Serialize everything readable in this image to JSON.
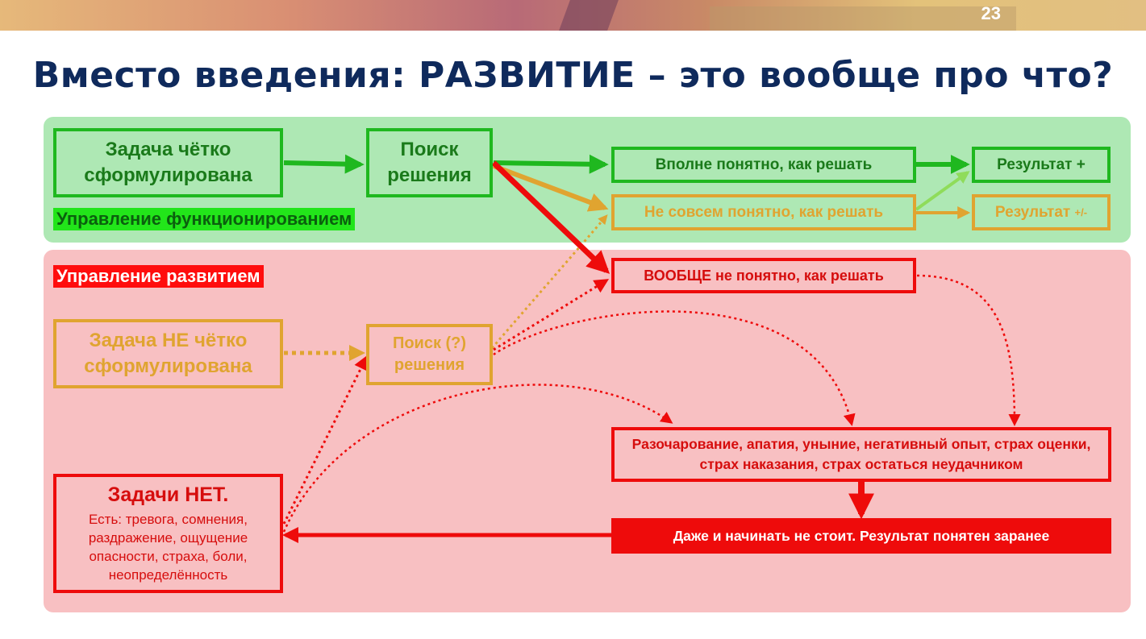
{
  "slide": {
    "page_number": "23",
    "title": "Вместо введения: РАЗВИТИЕ – это вообще про что?"
  },
  "sections": {
    "functioning_label": "Управление функционированием",
    "development_label": "Управление развитием"
  },
  "nodes": {
    "task_clear": "Задача чётко сформулирована",
    "search": "Поиск решения",
    "clear_how": "Вполне понятно, как решать",
    "not_quite_clear": "Не совсем понятно, как решать",
    "result_plus": "Результат +",
    "result_pm_main": "Результат",
    "result_pm_suffix": "+/-",
    "not_clear_at_all": "ВООБЩЕ не понятно, как решать",
    "task_unclear": "Задача НЕ чётко сформулирована",
    "search_q": "Поиск (?) решения",
    "disappointment": "Разочарование, апатия, уныние, негативный опыт, страх оценки, страх наказания, страх остаться неудачником",
    "not_worth": "Даже и начинать не стоит. Результат понятен заранее",
    "no_task_title": "Задачи НЕТ.",
    "no_task_body": "Есть: тревога, сомнения, раздражение, ощущение опасности, страха, боли, неопределённость"
  },
  "colors": {
    "green": "#1fb81f",
    "orange": "#e0a430",
    "red": "#ee0b0b",
    "light_green": "#8fdc5a",
    "title_navy": "#0f2a5c"
  }
}
